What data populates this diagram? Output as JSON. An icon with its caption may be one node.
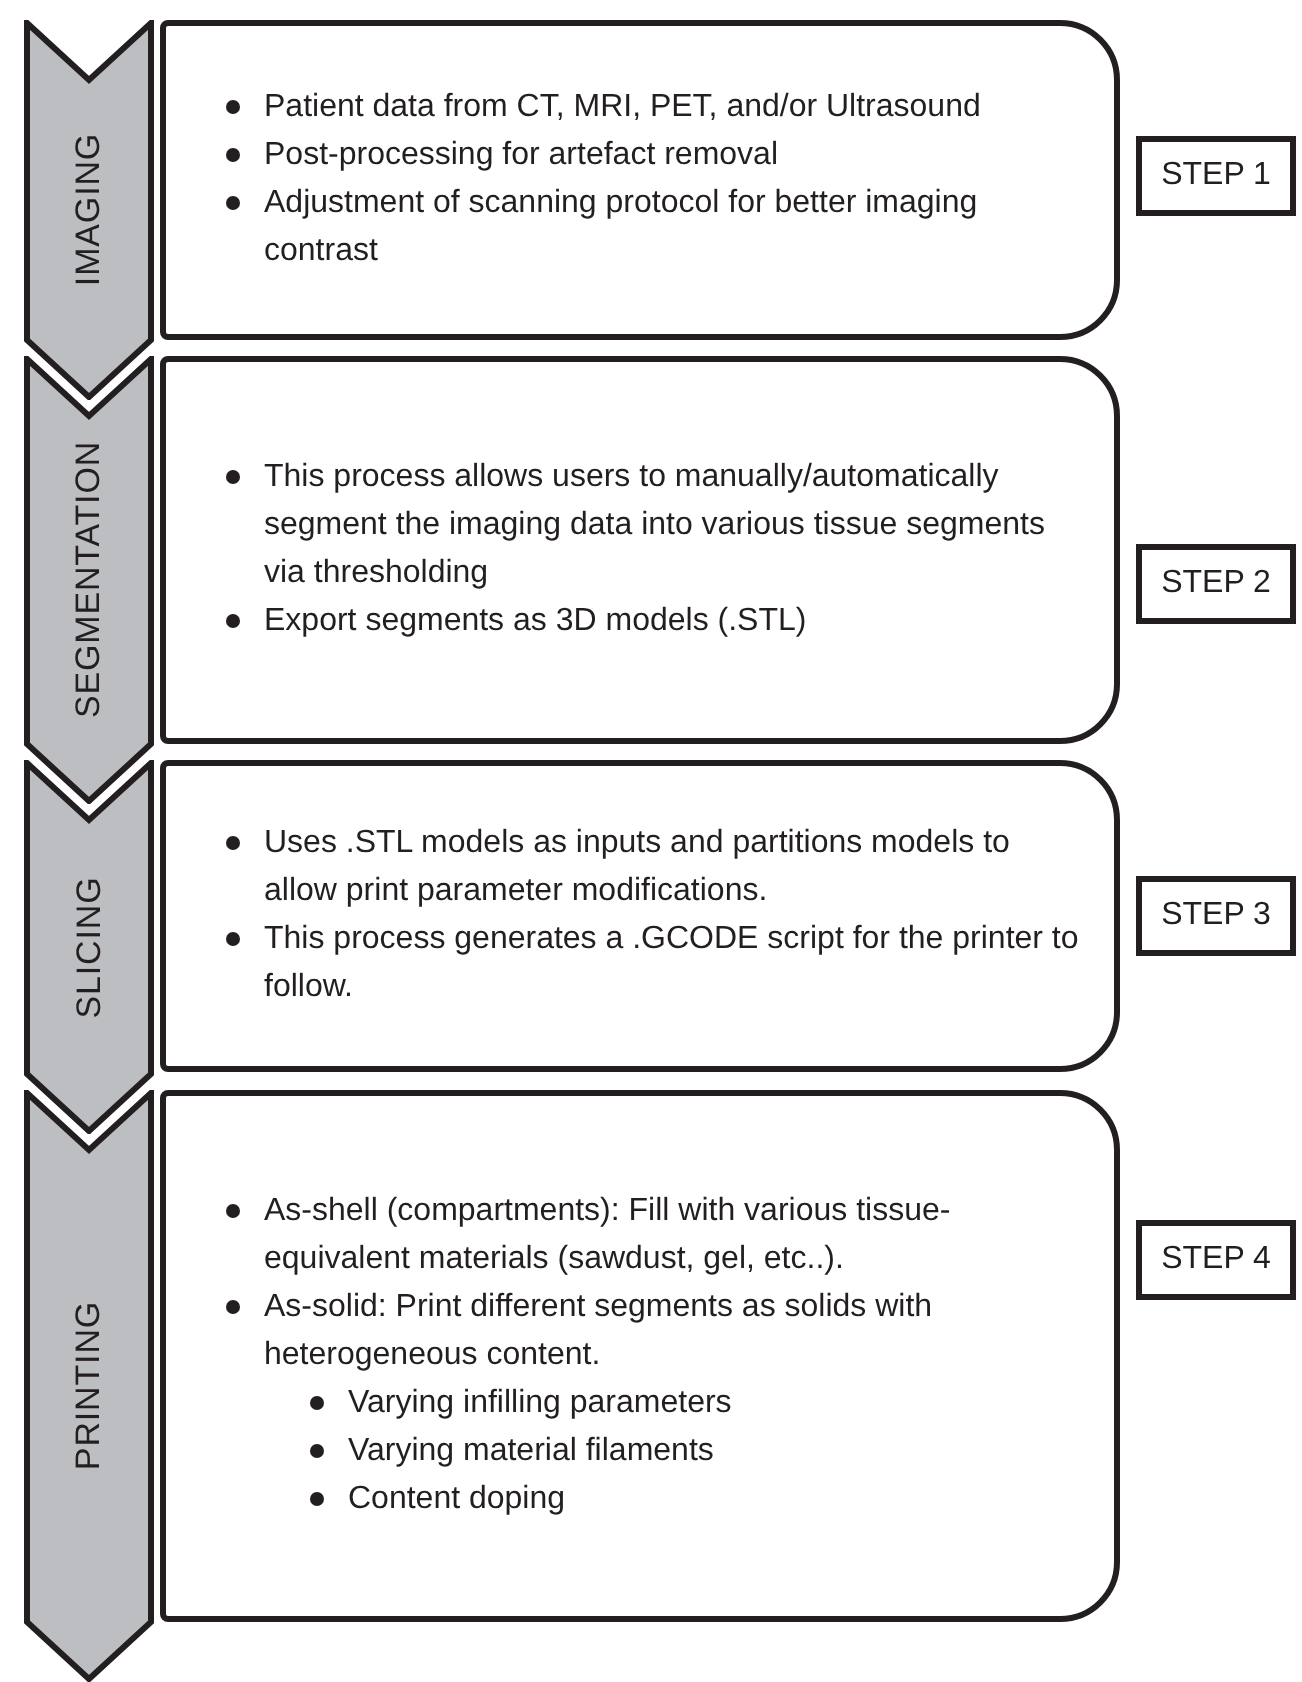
{
  "diagram": {
    "nodes": [
      {
        "text": [
          "IMAGING"
        ]
      },
      {
        "text": [
          "Patient data from CT, MRI, PET, and/or Ultrasound",
          "Post-processing for artefact removal",
          "Adjustment of scanning protocol for better imaging contrast"
        ]
      },
      {
        "text": [
          "STEP 1"
        ]
      },
      {
        "text": [
          "SEGMENTATION"
        ]
      },
      {
        "text": [
          "This process allows users to manually/automatically segment the imaging data into various tissue segments via thresholding",
          "Export segments as 3D models (.STL)"
        ]
      },
      {
        "text": [
          "STEP 2"
        ]
      },
      {
        "text": [
          "SLICING"
        ]
      },
      {
        "text": [
          "Uses .STL models as inputs and partitions models to allow print parameter modifications.",
          "This process generates a .GCODE script for the printer to follow."
        ]
      },
      {
        "text": [
          "STEP 3"
        ]
      },
      {
        "text": [
          "PRINTING"
        ]
      },
      {
        "text": [
          "As-shell (compartments): Fill with various tissue-equivalent materials (sawdust, gel, etc..).",
          "As-solid: Print different segments as solids with heterogeneous content.",
          "Varying infilling parameters",
          "Varying material filaments",
          "Content doping"
        ]
      },
      {
        "text": [
          "STEP 4"
        ]
      }
    ]
  }
}
